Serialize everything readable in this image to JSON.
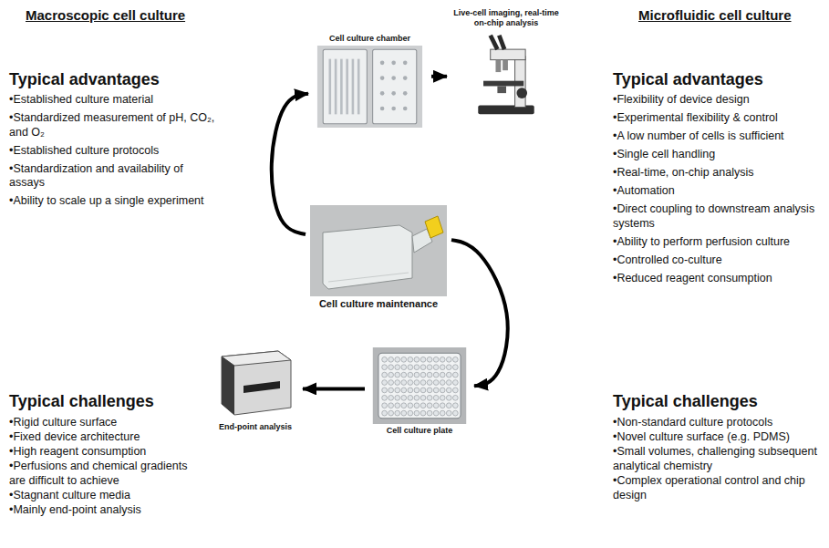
{
  "diagram": {
    "nodes": [
      {
        "text": [
          "Cell culture chamber"
        ]
      },
      {
        "text": [
          "Live-cell imaging, real-time on-chip analysis"
        ]
      },
      {
        "text": [
          "Cell culture maintenance"
        ]
      },
      {
        "text": [
          "End-point analysis"
        ]
      },
      {
        "text": [
          "Cell culture plate"
        ]
      }
    ],
    "edges": [
      {
        "from": 2,
        "to": 0,
        "arrow": "to"
      },
      {
        "from": 0,
        "to": 1,
        "arrow": "to"
      },
      {
        "from": 2,
        "to": 4,
        "arrow": "to"
      },
      {
        "from": 4,
        "to": 3,
        "arrow": "to"
      }
    ],
    "labels": [
      "Macroscopic cell culture",
      "Microfluidic cell culture",
      "Typical advantages",
      "•Established culture material",
      "•Standardized measurement of pH, CO₂, and O₂",
      "•Established culture protocols",
      "•Standardization and availability of assays",
      "•Ability to scale up a single experiment",
      "Typical advantages",
      "•Flexibility of device design",
      "•Experimental flexibility & control",
      "•A low number of cells is sufficient",
      "•Single cell handling",
      "•Real-time, on-chip analysis",
      "•Automation",
      "•Direct coupling to downstream analysis systems",
      "•Ability to perform perfusion culture",
      "•Controlled co-culture",
      "•Reduced reagent consumption",
      "Typical challenges",
      "•Rigid culture surface",
      "•Fixed device architecture",
      "•High reagent consumption",
      "•Perfusions and chemical gradients are difficult to achieve",
      "•Stagnant culture media",
      "•Mainly end-point analysis",
      "Typical challenges",
      "•Non-standard culture protocols",
      "•Novel culture surface (e.g. PDMS)",
      "•Small volumes, challenging subsequent analytical chemistry",
      "•Complex operational control and chip design"
    ]
  }
}
